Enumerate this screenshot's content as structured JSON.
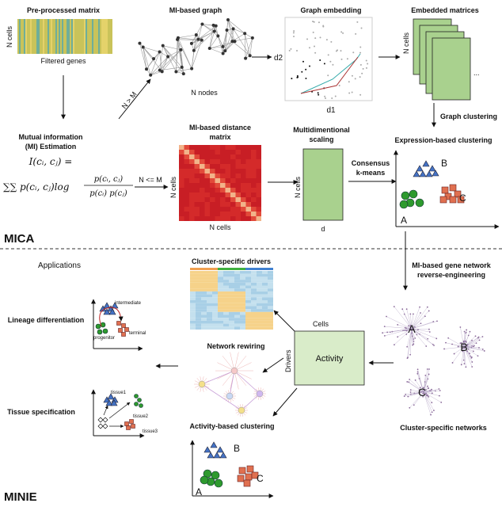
{
  "mica": {
    "label": "MICA",
    "preprocessed": {
      "title": "Pre-processed matrix",
      "ylabel": "N cells",
      "xlabel": "Filtered genes"
    },
    "n_gt_m": "N > M",
    "mi_graph": {
      "title": "MI-based graph",
      "caption": "N nodes"
    },
    "embedding": {
      "title": "Graph embedding",
      "xlabel": "d1",
      "ylabel": "d2"
    },
    "embedded": {
      "title": "Embedded matrices",
      "ylabel": "N cells",
      "ellipsis": "..."
    },
    "graph_clustering": "Graph clustering",
    "mi_estimation": {
      "title1": "Mutual information",
      "title2": "(MI) Estimation",
      "lhs": "I(cᵢ, cⱼ) =",
      "num": "p(cᵢ, cⱼ)",
      "den": "p(cᵢ) p(cⱼ)",
      "lead": "∑∑ p(cᵢ, cⱼ)log"
    },
    "n_le_m": "N <= M",
    "distance": {
      "title1": "MI-based distance",
      "title2": "matrix",
      "ylabel": "N cells",
      "xlabel": "N cells"
    },
    "mds": {
      "title1": "Multidimentional",
      "title2": "scaling",
      "ylabel": "N cells",
      "xlabel": "d"
    },
    "consensus": {
      "line1": "Consensus",
      "line2": "k-means"
    },
    "expr_clustering": {
      "title": "Expression-based clustering",
      "labels": [
        "A",
        "B",
        "C"
      ]
    }
  },
  "minie": {
    "label": "MINIE",
    "reverse_eng": {
      "line1": "MI-based gene network",
      "line2": "reverse-engineering"
    },
    "applications": "Applications",
    "lineage": {
      "title": "Lineage differentiation",
      "labels": [
        "intermediate",
        "progenitor",
        "terminal"
      ]
    },
    "tissue": {
      "title": "Tissue specification",
      "labels": [
        "tissue1",
        "tissue2",
        "tissue3"
      ]
    },
    "drivers": {
      "title": "Cluster-specific drivers"
    },
    "rewiring": "Network rewiring",
    "activity": {
      "label": "Activity",
      "cells": "Cells",
      "drivers": "Drivers"
    },
    "networks": {
      "caption": "Cluster-specific networks",
      "labels": [
        "A",
        "B",
        "C"
      ]
    },
    "activity_clustering": {
      "title": "Activity-based clustering",
      "labels": [
        "A",
        "B",
        "C"
      ]
    }
  },
  "colors": {
    "green": "#a9d18e",
    "red": "#c8102e",
    "blue": "#4472c4",
    "orange": "#e07050",
    "cluster_green": "#2e9a2e"
  }
}
